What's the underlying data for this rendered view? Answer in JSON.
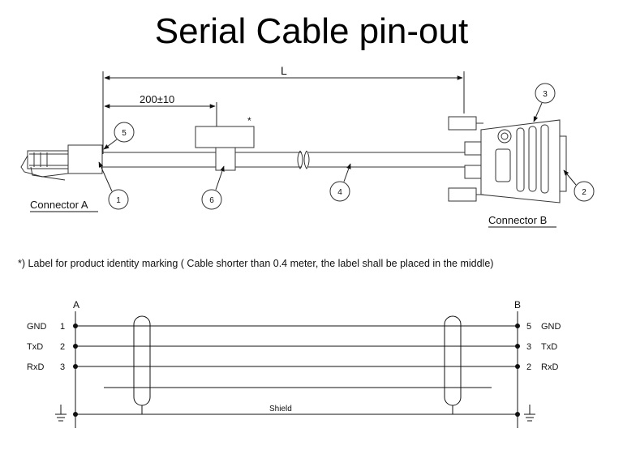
{
  "title": "Serial Cable pin-out",
  "dimensions": {
    "total_length": "L",
    "label_offset": "200±10",
    "label_marker": "*"
  },
  "callouts": [
    "1",
    "2",
    "3",
    "4",
    "5",
    "6"
  ],
  "connectors": {
    "a_label": "Connector A",
    "b_label": "Connector B"
  },
  "footnote": "*) Label for product identity marking ( Cable shorter than 0.4 meter, the label shall be placed in the middle)",
  "wiring": {
    "end_a": "A",
    "end_b": "B",
    "shield_label": "Shield",
    "rows": [
      {
        "a_signal": "GND",
        "a_pin": "1",
        "b_pin": "5",
        "b_signal": "GND"
      },
      {
        "a_signal": "TxD",
        "a_pin": "2",
        "b_pin": "3",
        "b_signal": "TxD"
      },
      {
        "a_signal": "RxD",
        "a_pin": "3",
        "b_pin": "2",
        "b_signal": "RxD"
      }
    ]
  }
}
